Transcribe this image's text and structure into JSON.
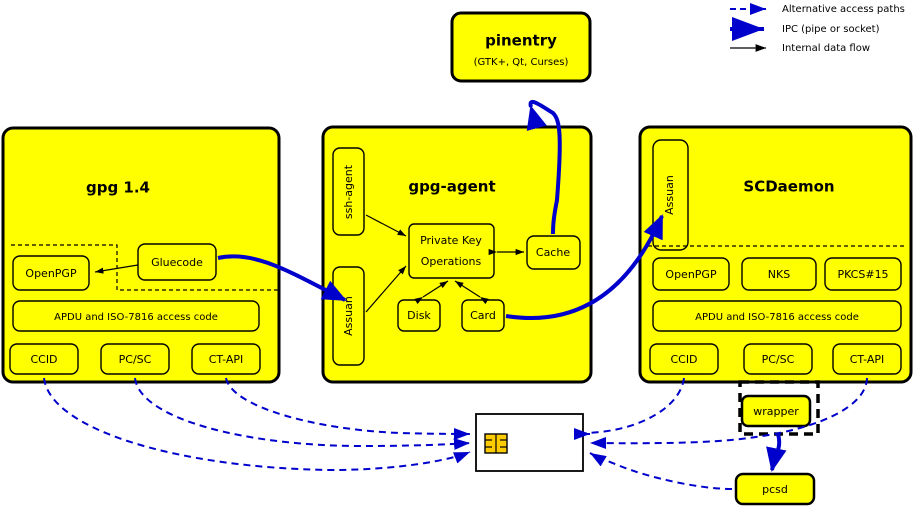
{
  "diagram": {
    "title_implicit": "GnuPG smartcard architecture",
    "legend": {
      "items": [
        {
          "label": "Alternative access paths",
          "style": "dashed-blue",
          "color": "#0000cc"
        },
        {
          "label": "IPC (pipe or socket)",
          "style": "thick-blue",
          "color": "#0000cc"
        },
        {
          "label": "Internal data flow",
          "style": "thin-black",
          "color": "#000000"
        }
      ]
    },
    "colors": {
      "box_fill": "#ffff00",
      "box_stroke": "#000000",
      "ipc": "#0000cc",
      "alt_path": "#0000cc",
      "internal": "#000000",
      "card_fill": "#ffffff",
      "chip_fill": "#ffcc00"
    },
    "pinentry": {
      "name": "pinentry",
      "subtitle": "(GTK+, Qt, Curses)"
    },
    "gpg": {
      "title": "gpg 1.4",
      "gluecode": "Gluecode",
      "openpgp": "OpenPGP",
      "apdu": "APDU and ISO-7816 access code",
      "drivers": [
        "CCID",
        "PC/SC",
        "CT-API"
      ]
    },
    "gpgagent": {
      "title": "gpg-agent",
      "ssh_agent": "ssh-agent",
      "assuan": "Assuan",
      "private_key_line1": "Private Key",
      "private_key_line2": "Operations",
      "cache": "Cache",
      "disk": "Disk",
      "card": "Card"
    },
    "scdaemon": {
      "title": "SCDaemon",
      "assuan": "Assuan",
      "card_apps": [
        "OpenPGP",
        "NKS",
        "PKCS#15"
      ],
      "apdu": "APDU and ISO-7816 access code",
      "drivers": [
        "CCID",
        "PC/SC",
        "CT-API"
      ]
    },
    "wrapper": {
      "label": "wrapper"
    },
    "pcsd": {
      "label": "pcsd"
    },
    "smartcard": {
      "label": ""
    }
  }
}
